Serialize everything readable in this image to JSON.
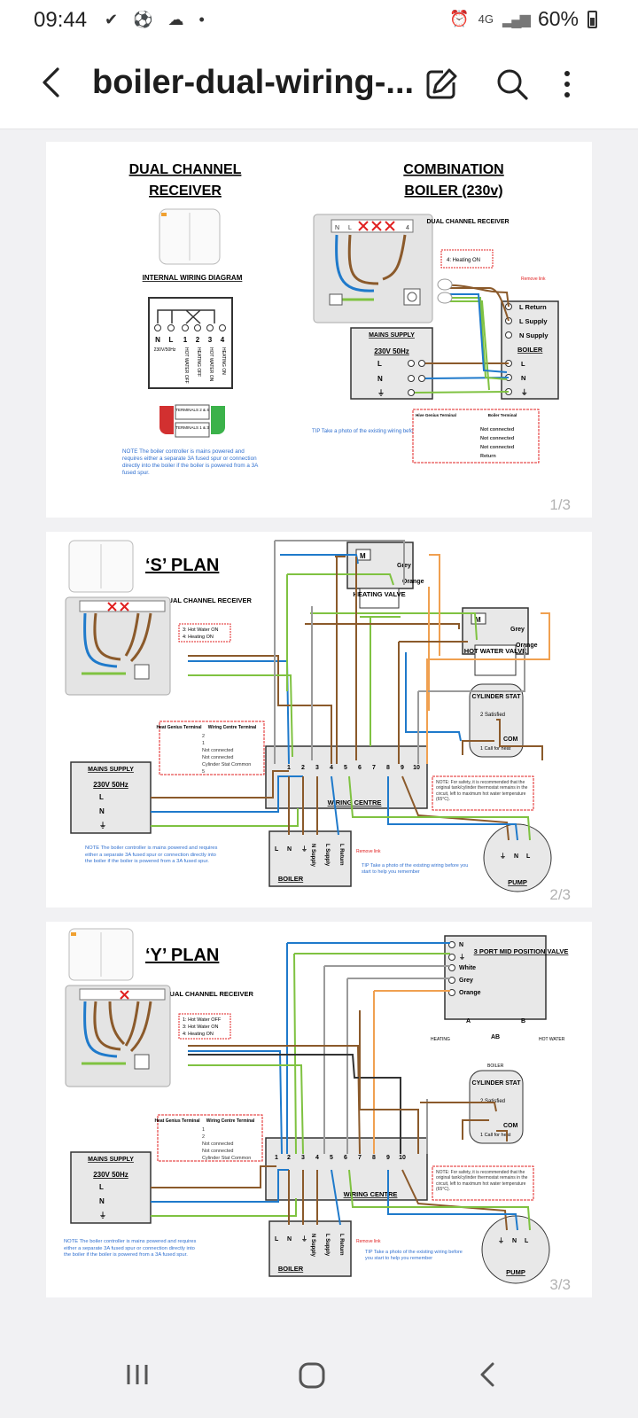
{
  "status_bar": {
    "time": "09:44",
    "icons": "✔ ⚽ ☁ •",
    "network": "4G",
    "battery": "60%"
  },
  "app_bar": {
    "title": "boiler-dual-wiring-...",
    "back_icon": "chevron-left-icon",
    "edit_icon": "edit-icon",
    "search_icon": "search-icon",
    "more_icon": "more-vert-icon"
  },
  "pages": [
    {
      "page_number": "1/3",
      "left_title_1": "DUAL CHANNEL",
      "left_title_2": "RECEIVER",
      "internal_wiring": "INTERNAL WIRING DIAGRAM",
      "terminal_labels": [
        "N",
        "L",
        "1",
        "2",
        "3",
        "4"
      ],
      "voltage_label": "230V/50Hz",
      "channel_labels": [
        "HOT WATER OFF",
        "HEATING OFF",
        "HOT WATER ON",
        "HEATING ON"
      ],
      "terminals_a": "TERMINALS 2 & 4",
      "terminals_b": "TERMINALS 1 & 3",
      "note": "NOTE The boiler controller is mains powered and requires either a separate 3A fused spur or connection directly into the boiler if the boiler is powered from a 3A fused spur.",
      "right_title_1": "COMBINATION",
      "right_title_2": "BOILER (230v)",
      "receiver_label": "DUAL CHANNEL RECEIVER",
      "heating_on": "4: Heating ON",
      "remove_link": "Remove link",
      "boiler_terms": [
        "L Return",
        "L Supply",
        "N Supply",
        "BOILER",
        "L",
        "N",
        "⏚"
      ],
      "mains_supply": "MAINS SUPPLY",
      "mains_voltage": "230V 50Hz",
      "mains_terms": [
        "L",
        "N",
        "⏚"
      ],
      "tip": "TIP Take a photo of the existing wiring before you start to help you remember.",
      "table_headers": [
        "Hive Genius Terminal",
        "Boiler Terminal"
      ],
      "table_rows": [
        "Not connected",
        "Not connected",
        "Not connected",
        "Return"
      ]
    },
    {
      "page_number": "2/3",
      "title": "‘S’ PLAN",
      "receiver_label": "DUAL CHANNEL RECEIVER",
      "receiver_notes": [
        "3: Hot Water ON",
        "4: Heating ON"
      ],
      "heating_valve": "HEATING VALVE",
      "hot_water_valve": "HOT WATER VALVE",
      "grey": "Grey",
      "orange": "Orange",
      "cylinder_stat": "CYLINDER STAT",
      "satisfied": "2 Satisfied",
      "com": "COM",
      "call_for_heat": "1 Call for heat",
      "table_headers": [
        "Heat Genius Terminal",
        "Wiring Centre Terminal"
      ],
      "table_rows": [
        "2",
        "1",
        "Not connected",
        "Not connected",
        "Cylinder Stat Common",
        "5"
      ],
      "mains_supply": "MAINS SUPPLY",
      "mains_voltage": "230V 50Hz",
      "wiring_centre": "WIRING CENTRE",
      "safety_note": "NOTE: For safety, it is recommended that the original tank/cylinder thermostat remains in the circuit, left to maximum hot water temperature (65°C).",
      "boiler": "BOILER",
      "boiler_terms": [
        "L",
        "N",
        "⏚",
        "N Supply",
        "L Supply",
        "L Return"
      ],
      "remove_link": "Remove link",
      "pump": "PUMP",
      "pump_terms": [
        "⏚",
        "N",
        "L"
      ],
      "note": "NOTE The boiler controller is mains powered and requires either a separate 3A fused spur or connection directly into the boiler if the boiler is powered from a 3A fused spur.",
      "tip": "TIP Take a photo of the existing wiring before you start to help you remember",
      "wc_terms": [
        "1",
        "2",
        "3",
        "4",
        "5",
        "6",
        "7",
        "8",
        "9",
        "10"
      ]
    },
    {
      "page_number": "3/3",
      "title": "‘Y’ PLAN",
      "receiver_label": "DUAL CHANNEL RECEIVER",
      "receiver_notes": [
        "1: Hot Water OFF",
        "3: Hot Water ON",
        "4: Heating ON"
      ],
      "valve_title": "3 PORT MID POSITION VALVE",
      "valve_wires": [
        "N",
        "⏚",
        "White",
        "Grey",
        "Orange"
      ],
      "heating": "HEATING",
      "hot_water": "HOT WATER",
      "boiler_port": "BOILER",
      "ports": [
        "A",
        "AB",
        "B"
      ],
      "cylinder_stat": "CYLINDER STAT",
      "satisfied": "2 Satisfied",
      "com": "COM",
      "call_for_heat": "1 Call for heat",
      "table_headers": [
        "Heat Genius Terminal",
        "Wiring Centre Terminal"
      ],
      "table_rows": [
        "1",
        "2",
        "Not connected",
        "Not connected",
        "Cylinder Stat Common"
      ],
      "mains_supply": "MAINS SUPPLY",
      "mains_voltage": "230V 50Hz",
      "wiring_centre": "WIRING CENTRE",
      "safety_note": "NOTE: For safety, it is recommended that the original tank/cylinder thermostat remains in the circuit, left to maximum hot water temperature (65°C).",
      "boiler": "BOILER",
      "boiler_terms": [
        "L",
        "N",
        "⏚",
        "N Supply",
        "L Supply",
        "L Return"
      ],
      "remove_link": "Remove link",
      "pump": "PUMP",
      "pump_terms": [
        "⏚",
        "N",
        "L"
      ],
      "note": "NOTE The boiler controller is mains powered and requires either a separate 3A fused spur or connection directly into the boiler if the boiler is powered from a 3A fused spur.",
      "tip": "TIP Take a photo of the existing wiring before you start to help you remember",
      "wc_terms": [
        "1",
        "2",
        "3",
        "4",
        "5",
        "6",
        "7",
        "8",
        "9",
        "10"
      ]
    }
  ],
  "nav_bar": {
    "recents_icon": "recents-icon",
    "home_icon": "home-icon",
    "back_icon": "back-icon"
  },
  "colors": {
    "wire_brown": "#8b5a2b",
    "wire_blue": "#1f7acb",
    "wire_green": "#7fc241",
    "wire_grey": "#9a9a9a",
    "wire_orange": "#f0a050",
    "accent_red": "#e02020",
    "note_blue": "#2f6fcf"
  }
}
